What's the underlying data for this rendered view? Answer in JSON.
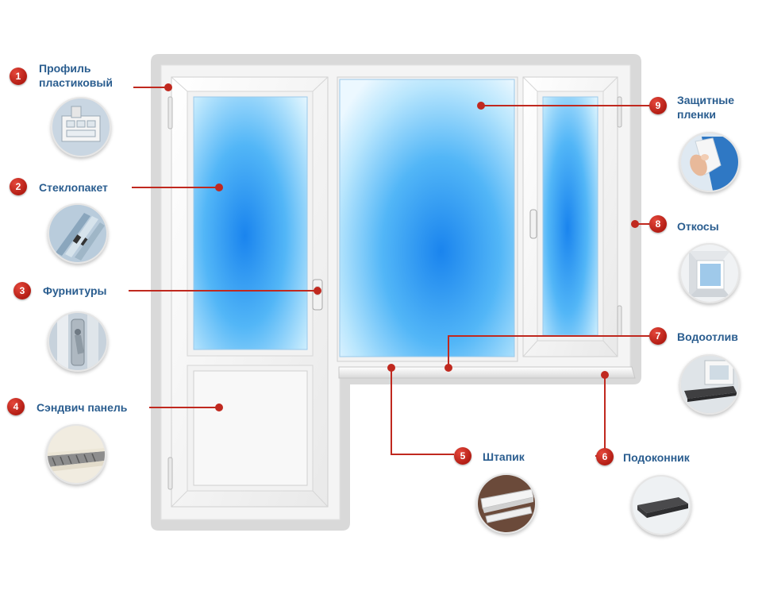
{
  "colors": {
    "accent_red": "#c0291f",
    "label_blue": "#2a5d8f",
    "frame_gray": "#dcdcdc",
    "glass_blue": "#1f8ff0"
  },
  "callouts": [
    {
      "number": "1",
      "label": "Профиль пластиковый",
      "label_lines": [
        "Профиль",
        "пластиковый"
      ],
      "icon": "pvc-profile-icon"
    },
    {
      "number": "2",
      "label": "Стеклопакет",
      "label_lines": [
        "Стеклопакет"
      ],
      "icon": "glass-unit-icon"
    },
    {
      "number": "3",
      "label": "Фурнитуры",
      "label_lines": [
        "Фурнитуры"
      ],
      "icon": "hardware-handle-icon"
    },
    {
      "number": "4",
      "label": "Сэндвич панель",
      "label_lines": [
        "Сэндвич панель"
      ],
      "icon": "sandwich-panel-icon"
    },
    {
      "number": "5",
      "label": "Штапик",
      "label_lines": [
        "Штапик"
      ],
      "icon": "glazing-bead-icon"
    },
    {
      "number": "6",
      "label": "Подоконник",
      "label_lines": [
        "Подоконник"
      ],
      "icon": "window-sill-icon"
    },
    {
      "number": "7",
      "label": "Водоотлив",
      "label_lines": [
        "Водоотлив"
      ],
      "icon": "drip-edge-icon"
    },
    {
      "number": "8",
      "label": "Откосы",
      "label_lines": [
        "Откосы"
      ],
      "icon": "window-slopes-icon"
    },
    {
      "number": "9",
      "label": "Защитные пленки",
      "label_lines": [
        "Защитные",
        "пленки"
      ],
      "icon": "protective-film-icon"
    }
  ]
}
